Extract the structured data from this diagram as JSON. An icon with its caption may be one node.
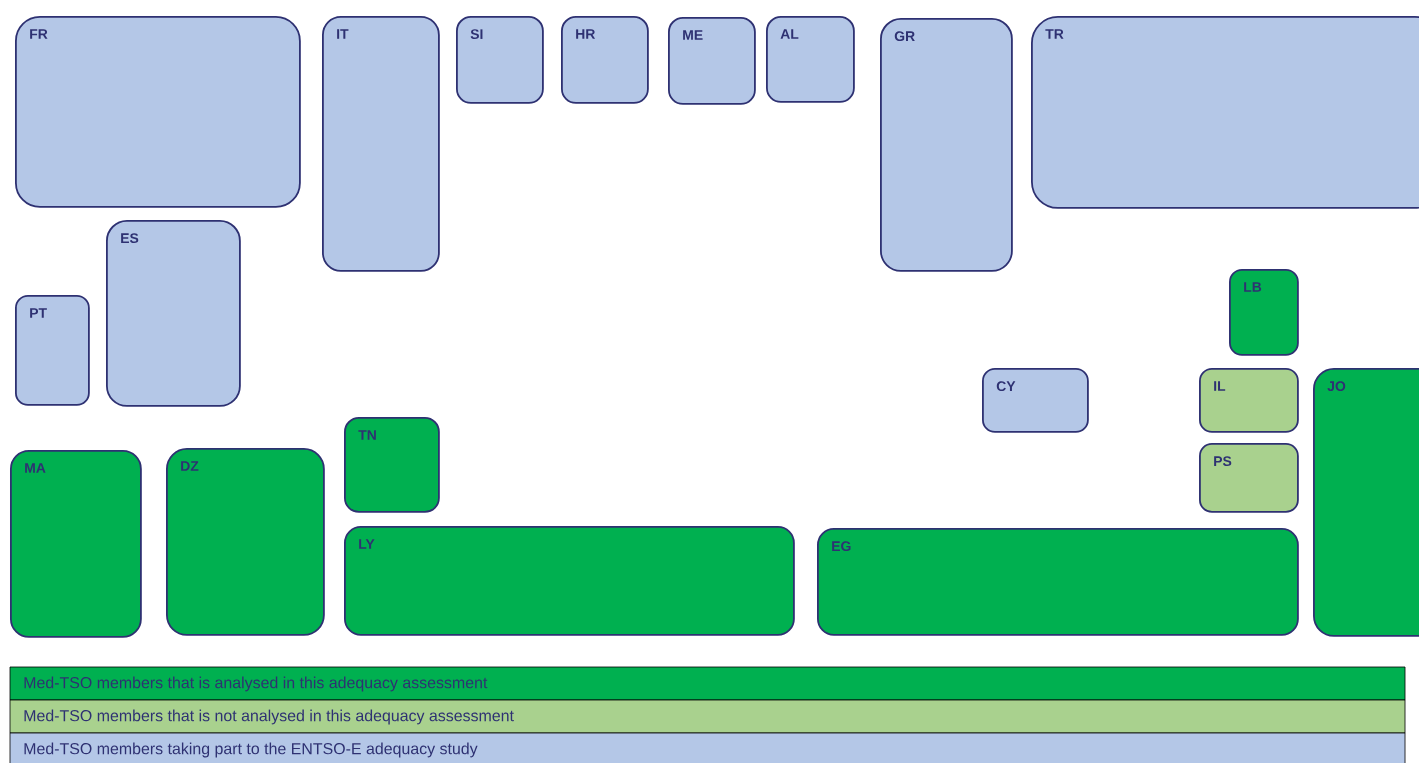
{
  "diagram": {
    "nodes": [
      {
        "text": [
          "FR"
        ]
      },
      {
        "text": [
          "IT"
        ]
      },
      {
        "text": [
          "SI"
        ]
      },
      {
        "text": [
          "HR"
        ]
      },
      {
        "text": [
          "ME"
        ]
      },
      {
        "text": [
          "AL"
        ]
      },
      {
        "text": [
          "GR"
        ]
      },
      {
        "text": [
          "TR"
        ]
      },
      {
        "text": [
          "ES"
        ]
      },
      {
        "text": [
          "PT"
        ]
      },
      {
        "text": [
          "LB"
        ]
      },
      {
        "text": [
          "CY"
        ]
      },
      {
        "text": [
          "IL"
        ]
      },
      {
        "text": [
          "JO"
        ]
      },
      {
        "text": [
          "PS"
        ]
      },
      {
        "text": [
          "TN"
        ]
      },
      {
        "text": [
          "MA"
        ]
      },
      {
        "text": [
          "DZ"
        ]
      },
      {
        "text": [
          "LY"
        ]
      },
      {
        "text": [
          "EG"
        ]
      }
    ],
    "legend": [
      {
        "text": "Med-TSO members that is analysed in this adequacy assessment",
        "color": "#00b050"
      },
      {
        "text": "Med-TSO members that is not analysed in this adequacy assessment",
        "color": "#a9d18e"
      },
      {
        "text": "Med-TSO members taking part to the ENTSO-E adequacy study",
        "color": "#b4c7e7"
      }
    ]
  }
}
